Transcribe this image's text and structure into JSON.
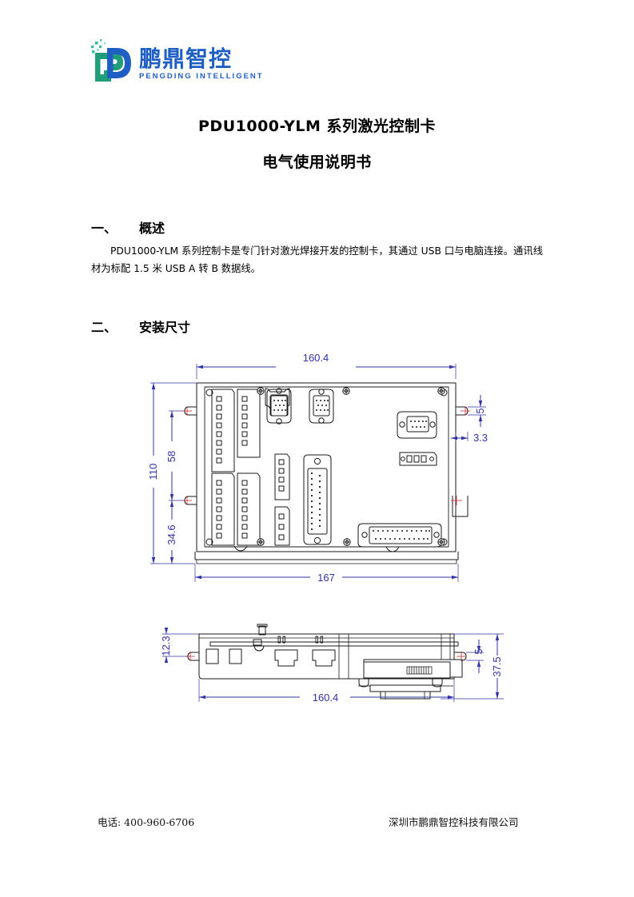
{
  "logo": {
    "mark_name": "pengding-d-logo",
    "cn_name": "鹏鼎智控",
    "en_name": "PENGDING INTELLIGENT",
    "blue": "#1f5fc4",
    "teal": "#22a07a"
  },
  "title": {
    "line1": "PDU1000-YLM 系列激光控制卡",
    "line2": "电气使用说明书"
  },
  "sections": [
    {
      "number": "一、",
      "heading": "概述",
      "body": "PDU1000-YLM 系列控制卡是专门针对激光焊接开发的控制卡，其通过 USB 口与电脑连接。通讯线材为标配 1.5 米 USB A 转 B 数据线。"
    },
    {
      "number": "二、",
      "heading": "安装尺寸",
      "body": ""
    }
  ],
  "drawings": {
    "top_view": {
      "name": "pcb-top-view",
      "dimensions": {
        "width_outer": "160.4",
        "width_overall": "167",
        "height_overall": "110",
        "hole_spacing_upper": "58",
        "hole_spacing_lower": "34.6",
        "hole_offset_vertical": "5",
        "hole_offset_horizontal": "3.3"
      }
    },
    "side_view": {
      "name": "pcb-side-view",
      "dimensions": {
        "left_height": "12.3",
        "length": "160.4",
        "hole_offset": "5",
        "total_height": "37.5"
      }
    },
    "line_color": "#3333aa",
    "outline_color": "#1a1a1a"
  },
  "footer": {
    "phone": "电话: 400-960-6706",
    "company": "深圳市鹏鼎智控科技有限公司"
  }
}
